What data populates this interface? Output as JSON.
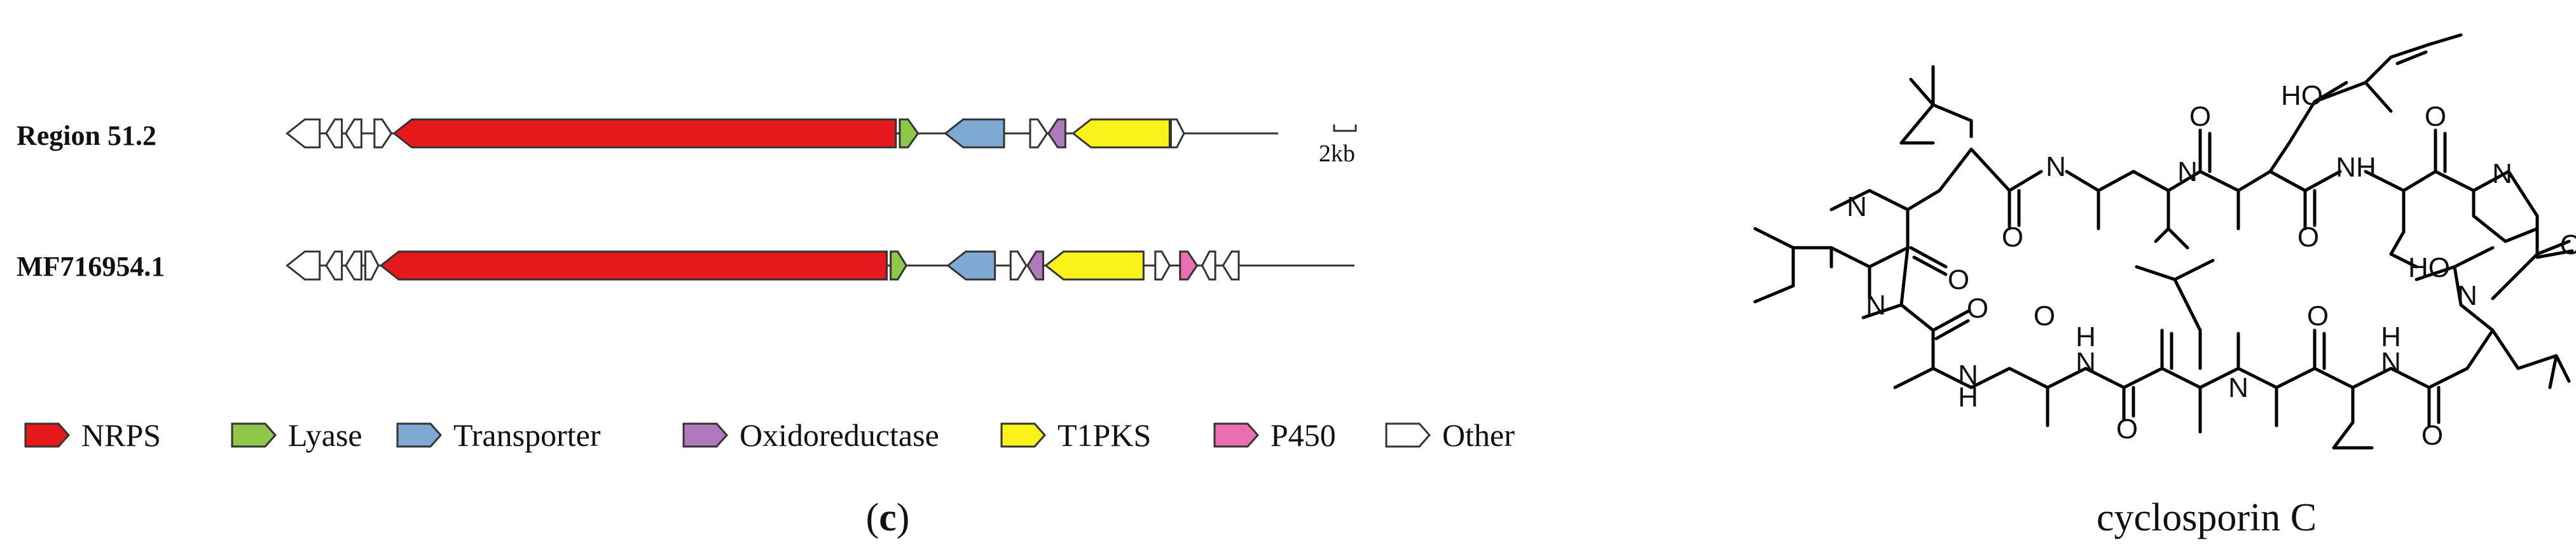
{
  "colors": {
    "NRPS": "#e5181b",
    "Lyase": "#8fc74b",
    "Transporter": "#7ea9d3",
    "Oxidoreductase": "#b079bc",
    "T1PKS": "#fbf21b",
    "P450": "#ea6fb1",
    "Other": "#ffffff",
    "outline": "#333333"
  },
  "panel_label": {
    "open": "(",
    "letter": "c",
    "close": ")"
  },
  "scale_bar": {
    "label": "2kb"
  },
  "tracks": [
    {
      "label": "Region 51.2",
      "genes": [
        {
          "type": "Other",
          "start": 0.03,
          "end": 0.055,
          "strand": -1
        },
        {
          "type": "Other",
          "start": 0.06,
          "end": 0.072,
          "strand": -1
        },
        {
          "type": "Other",
          "start": 0.075,
          "end": 0.087,
          "strand": -1
        },
        {
          "type": "Other",
          "start": 0.097,
          "end": 0.11,
          "strand": 1
        },
        {
          "type": "NRPS",
          "start": 0.112,
          "end": 0.497,
          "strand": -1
        },
        {
          "type": "Lyase",
          "start": 0.5,
          "end": 0.514,
          "strand": 1
        },
        {
          "type": "Transporter",
          "start": 0.535,
          "end": 0.58,
          "strand": -1
        },
        {
          "type": "Other",
          "start": 0.6,
          "end": 0.613,
          "strand": 1
        },
        {
          "type": "Oxidoreductase",
          "start": 0.614,
          "end": 0.627,
          "strand": -1
        },
        {
          "type": "T1PKS",
          "start": 0.633,
          "end": 0.707,
          "strand": -1
        },
        {
          "type": "Other",
          "start": 0.708,
          "end": 0.718,
          "strand": 1
        }
      ]
    },
    {
      "label": "MF716954.1",
      "genes": [
        {
          "type": "Other",
          "start": 0.03,
          "end": 0.055,
          "strand": -1
        },
        {
          "type": "Other",
          "start": 0.06,
          "end": 0.072,
          "strand": -1
        },
        {
          "type": "Other",
          "start": 0.075,
          "end": 0.087,
          "strand": -1
        },
        {
          "type": "Other",
          "start": 0.09,
          "end": 0.1,
          "strand": 1
        },
        {
          "type": "NRPS",
          "start": 0.102,
          "end": 0.49,
          "strand": -1
        },
        {
          "type": "Lyase",
          "start": 0.493,
          "end": 0.505,
          "strand": 1
        },
        {
          "type": "Transporter",
          "start": 0.537,
          "end": 0.573,
          "strand": -1
        },
        {
          "type": "Other",
          "start": 0.585,
          "end": 0.597,
          "strand": 1
        },
        {
          "type": "Oxidoreductase",
          "start": 0.598,
          "end": 0.61,
          "strand": -1
        },
        {
          "type": "T1PKS",
          "start": 0.612,
          "end": 0.687,
          "strand": -1
        },
        {
          "type": "Other",
          "start": 0.696,
          "end": 0.707,
          "strand": 1
        },
        {
          "type": "P450",
          "start": 0.715,
          "end": 0.728,
          "strand": 1
        },
        {
          "type": "Other",
          "start": 0.732,
          "end": 0.742,
          "strand": -1
        },
        {
          "type": "Other",
          "start": 0.748,
          "end": 0.76,
          "strand": -1
        }
      ]
    }
  ],
  "legend": [
    {
      "label": "NRPS",
      "type": "NRPS"
    },
    {
      "label": "Lyase",
      "type": "Lyase"
    },
    {
      "label": "Transporter",
      "type": "Transporter"
    },
    {
      "label": "Oxidoreductase",
      "type": "Oxidoreductase"
    },
    {
      "label": "T1PKS",
      "type": "T1PKS"
    },
    {
      "label": "P450",
      "type": "P450"
    },
    {
      "label": "Other",
      "type": "Other"
    }
  ],
  "molecule": {
    "name": "cyclosporin C",
    "atoms": {
      "N": "N",
      "O": "O",
      "H": "H",
      "NH": "NH",
      "HO": "HO"
    }
  }
}
